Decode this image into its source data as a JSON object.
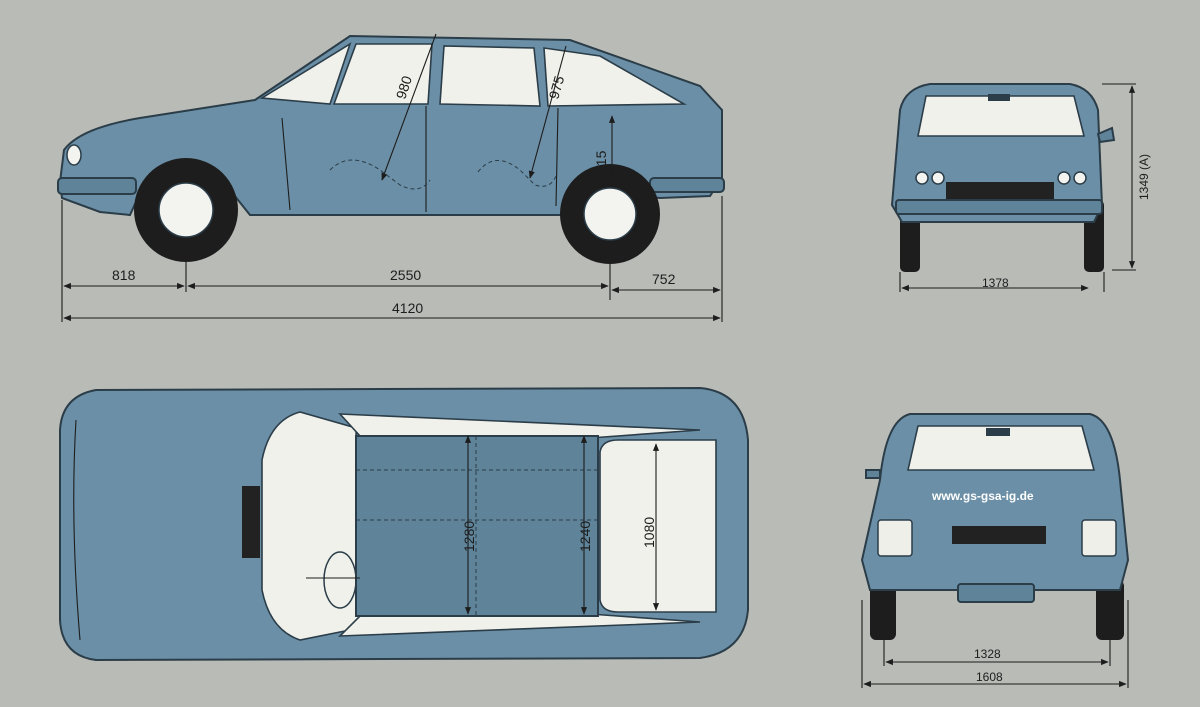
{
  "dimensions": {
    "front_overhang": "818",
    "wheelbase": "2550",
    "rear_overhang": "752",
    "overall_length": "4120",
    "front_headroom": "980",
    "rear_headroom": "975",
    "seat_height": "515",
    "front_track": "1378",
    "height": "1349 (A)",
    "front_interior_width": "1280",
    "rear_interior_width": "1240",
    "luggage_width": "1080",
    "rear_track": "1328",
    "overall_width": "1608"
  },
  "watermark": "www.gs-gsa-ig.de",
  "colors": {
    "background": "#b9bbb7",
    "body_paint": "#6b8fa6",
    "outline": "#2b3d48",
    "glass": "#f1f1ec"
  }
}
